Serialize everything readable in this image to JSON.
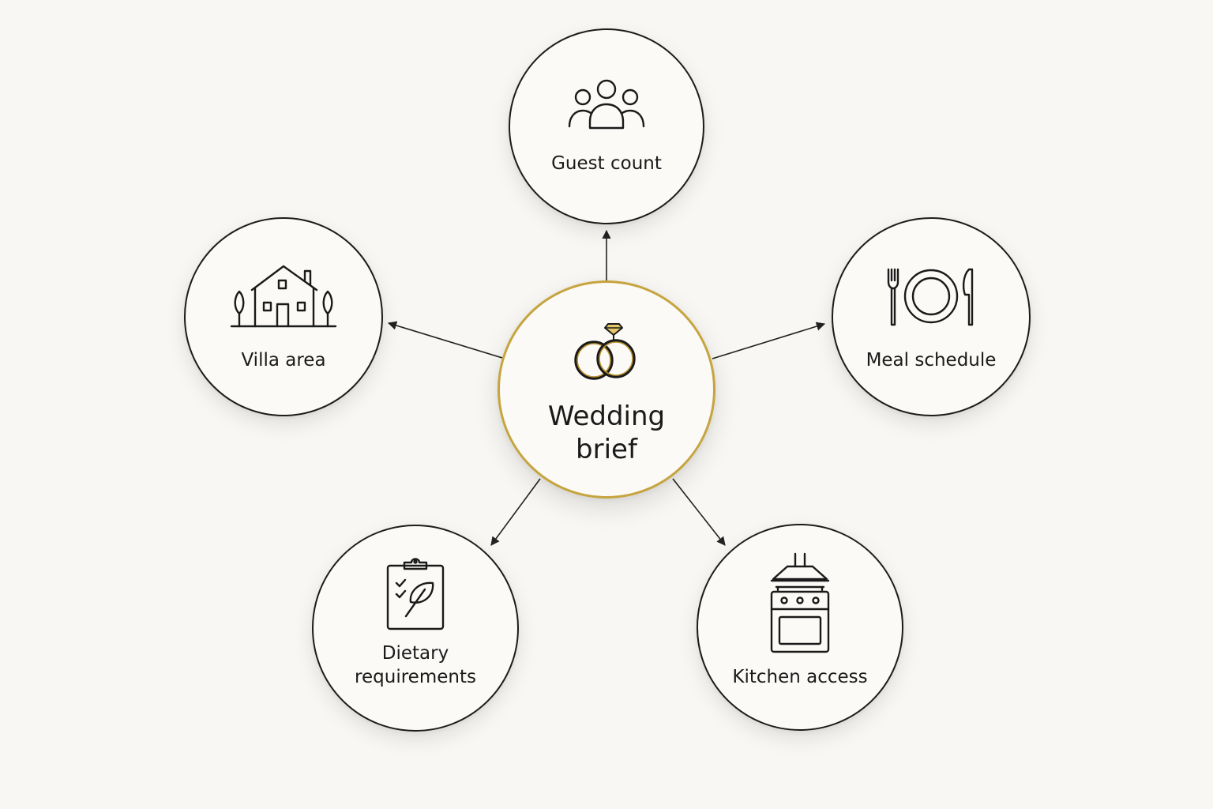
{
  "diagram": {
    "center": {
      "title_line1": "Wedding",
      "title_line2": "brief",
      "icon": "wedding-rings-icon",
      "accent_color": "#c6a43e"
    },
    "nodes": {
      "guest_count": {
        "label": "Guest count",
        "icon": "people-group-icon"
      },
      "villa_area": {
        "label": "Villa area",
        "icon": "house-with-trees-icon"
      },
      "meal_schedule": {
        "label": "Meal schedule",
        "icon": "fork-plate-knife-icon"
      },
      "dietary": {
        "label_line1": "Dietary",
        "label_line2": "requirements",
        "icon": "clipboard-leaf-icon"
      },
      "kitchen_access": {
        "label": "Kitchen access",
        "icon": "stove-hood-icon"
      }
    },
    "edges": [
      {
        "from": "Wedding brief",
        "to": "Guest count"
      },
      {
        "from": "Wedding brief",
        "to": "Villa area"
      },
      {
        "from": "Wedding brief",
        "to": "Meal schedule"
      },
      {
        "from": "Wedding brief",
        "to": "Dietary requirements"
      },
      {
        "from": "Wedding brief",
        "to": "Kitchen access"
      }
    ]
  }
}
